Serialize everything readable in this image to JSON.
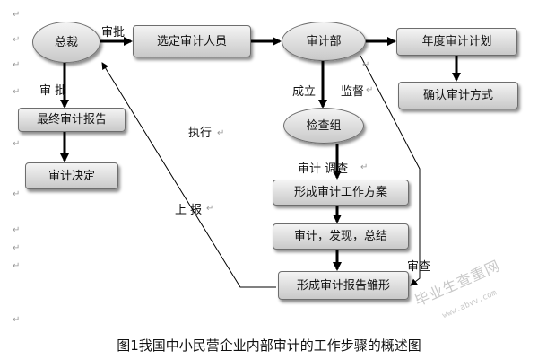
{
  "nodes": {
    "president": "总裁",
    "select_auditors": "选定审计人员",
    "audit_dept": "审计部",
    "annual_plan": "年度审计计划",
    "confirm_method": "确认审计方式",
    "inspection_team": "检查组",
    "work_plan": "形成审计工作方案",
    "audit_discover": "审计，发现，总结",
    "draft_report": "形成审计报告雏形",
    "final_report": "最终审计报告",
    "audit_decision": "审计决定"
  },
  "labels": {
    "approve_top": "审批",
    "approve_left": "审  批",
    "execute": "执行",
    "establish": "成立",
    "supervise": "监督",
    "audit_investigate": "审计 调查",
    "report_up": "上  报",
    "review": "审查"
  },
  "caption": "图1我国中小民营企业内部审计的工作步骤的概述图",
  "watermark": {
    "main": "毕业生查重网",
    "url": "www.abvv.com"
  },
  "paragraph_mark": "↵"
}
